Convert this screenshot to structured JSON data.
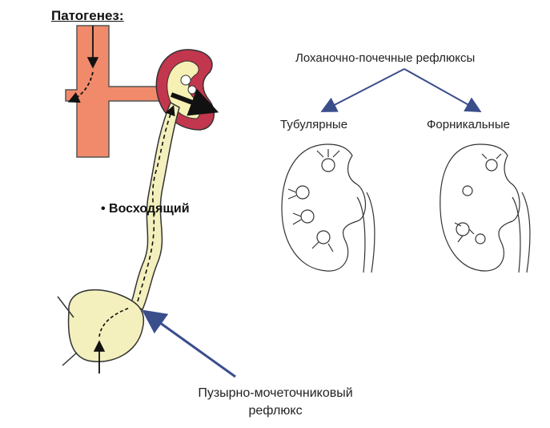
{
  "diagram": {
    "title": "Патогенез:",
    "ascending_label": "• Восходящий",
    "pyelorenal_refluxes": "Лоханочно-почечные рефлюксы",
    "tubular": "Тубулярные",
    "fornical": "Форникальные",
    "vesicoureteral_reflux_line1": "Пузырно-мочеточниковый",
    "vesicoureteral_reflux_line2": "рефлюкс"
  },
  "colors": {
    "vessel": "#f08a6a",
    "kidney_cortex": "#c2364e",
    "kidney_medulla": "#f7f0b4",
    "urinary_tract": "#f3f0bd",
    "arrow_blue": "#3a4e8c",
    "outline": "#333333"
  },
  "icons": [
    "kidney-icon",
    "aorta-icon",
    "bladder-icon",
    "arrow-icon"
  ]
}
